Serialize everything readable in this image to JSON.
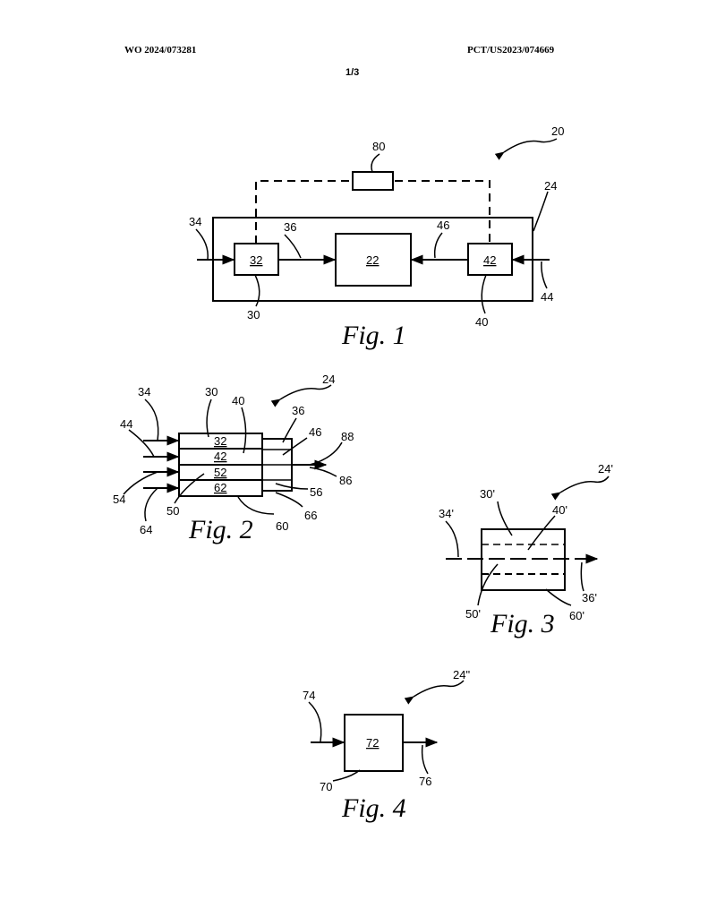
{
  "header": {
    "publication_number": "WO 2024/073281",
    "application_number": "PCT/US2023/074669",
    "sheet_number": "1/3"
  },
  "fig1": {
    "caption": "Fig. 1",
    "system_ref": "20",
    "housing_ref": "24",
    "controller_ref": "80",
    "first_module_ref": "30",
    "first_module_label": "32",
    "central_unit_label": "22",
    "second_module_ref": "40",
    "second_module_label": "42",
    "inlet_left_ref": "34",
    "flow_to_center_ref": "36",
    "flow_from_right_ref": "46",
    "inlet_right_ref": "44"
  },
  "fig2": {
    "caption": "Fig. 2",
    "assembly_ref": "24",
    "layer_labels": [
      "32",
      "42",
      "52",
      "62"
    ],
    "refs": {
      "r34": "34",
      "r30": "30",
      "r40": "40",
      "r36": "36",
      "r46": "46",
      "r88": "88",
      "r86": "86",
      "r44": "44",
      "r54": "54",
      "r64": "64",
      "r50": "50",
      "r60": "60",
      "r56": "56",
      "r66": "66"
    }
  },
  "fig3": {
    "caption": "Fig. 3",
    "refs": {
      "r24p": "24'",
      "r34p": "34'",
      "r30p": "30'",
      "r40p": "40'",
      "r50p": "50'",
      "r60p": "60'",
      "r36p": "36'"
    }
  },
  "fig4": {
    "caption": "Fig. 4",
    "assembly_ref": "24\"",
    "inlet_ref": "74",
    "unit_label": "72",
    "unit_ref": "70",
    "outlet_ref": "76"
  }
}
